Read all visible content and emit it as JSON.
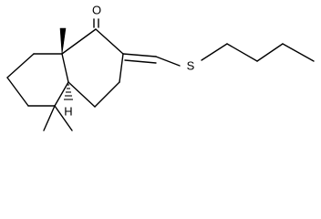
{
  "molecule": {
    "atoms": {
      "carbonyl_oxygen": "O",
      "sulfur": "S",
      "ring_fusion_hydrogen": "H"
    },
    "colors": {
      "bond": "#000000",
      "background": "#ffffff"
    }
  }
}
